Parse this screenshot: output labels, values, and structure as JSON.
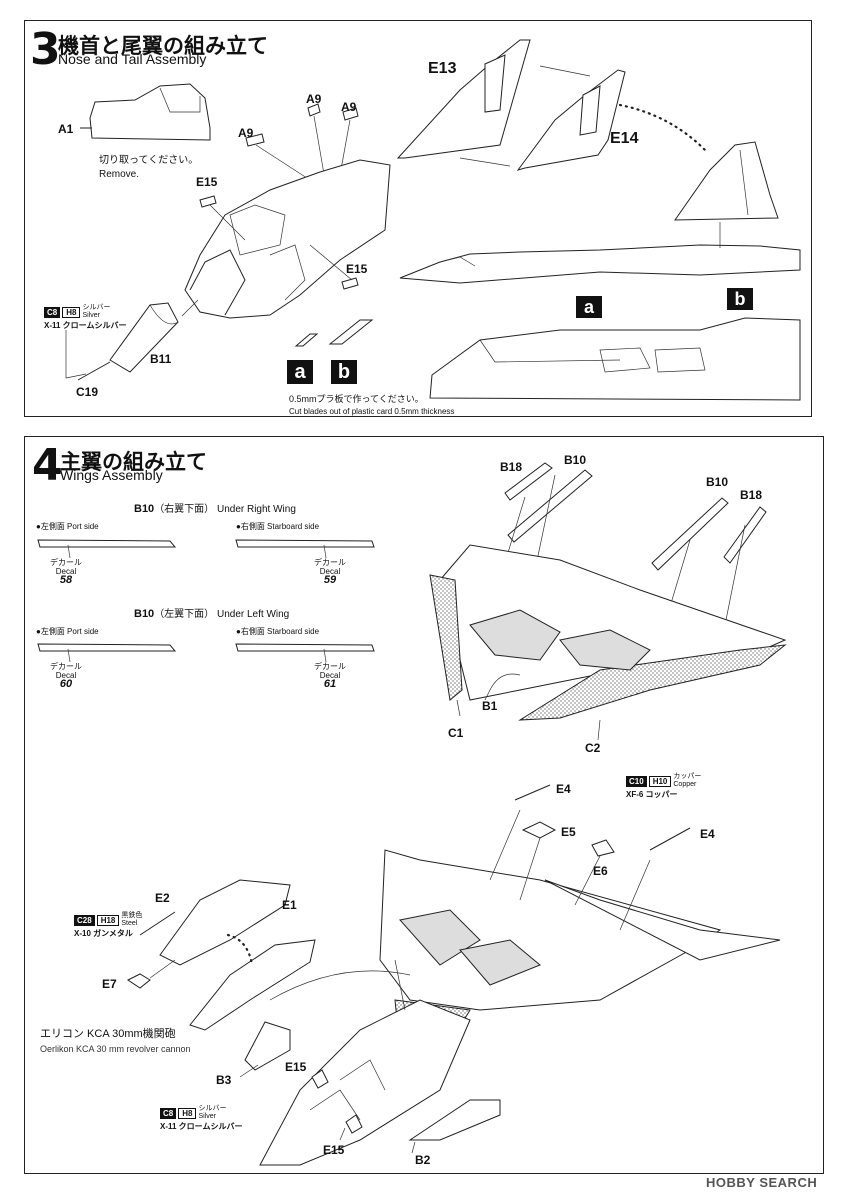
{
  "step3": {
    "number": "3",
    "title_jp": "機首と尾翼の組み立て",
    "title_en": "Nose and Tail Assembly",
    "parts": [
      "A1",
      "A9",
      "A9",
      "A9",
      "E15",
      "E15",
      "B11",
      "C19",
      "E13",
      "E14"
    ],
    "remove_jp": "切り取ってください。",
    "remove_en": "Remove.",
    "paint": {
      "code": "C8",
      "code2": "H8",
      "name_jp": "シルバー",
      "name_en": "Silver",
      "sub": "X-11 クロームシルバー"
    },
    "blade_labels": [
      "a",
      "b"
    ],
    "blade_note_jp": "0.5mmプラ板で作ってください。",
    "blade_note_en": "Cut  blades out of plastic card 0.5mm thickness"
  },
  "step4": {
    "number": "4",
    "title_jp": "主翼の組み立て",
    "title_en": "Wings Assembly",
    "b10_right": {
      "part": "B10",
      "jp": "（右翼下面）",
      "en": "Under Right Wing"
    },
    "b10_left": {
      "part": "B10",
      "jp": "（左翼下面）",
      "en": "Under Left Wing"
    },
    "port_side": "●左側面 Port side",
    "starboard_side": "●右側面 Starboard side",
    "decal_word_jp": "デカール",
    "decal_word_en": "Decal",
    "decals": [
      "58",
      "59",
      "60",
      "61"
    ],
    "wing_parts": [
      "B18",
      "B10",
      "B10",
      "B18",
      "B1",
      "C1",
      "C2"
    ],
    "copper": {
      "code": "C10",
      "code2": "H10",
      "name_jp": "カッパー",
      "name_en": "Copper",
      "sub": "XF-6 コッパー"
    },
    "gunmetal": {
      "code": "C28",
      "code2": "H18",
      "name_jp": "黒鉄色",
      "name_en": "Steel",
      "sub": "X-10 ガンメタル"
    },
    "silver": {
      "code": "C8",
      "code2": "H8",
      "name_jp": "シルバー",
      "name_en": "Silver",
      "sub": "X-11 クロームシルバー"
    },
    "lower_parts": [
      "E4",
      "E5",
      "E6",
      "E4",
      "E2",
      "E1",
      "E7",
      "B3",
      "E15",
      "E15",
      "B2"
    ],
    "cannon_jp": "エリコン KCA 30mm機関砲",
    "cannon_en": "Oerlikon KCA  30 mm  revolver cannon"
  },
  "watermark": "HOBBY SEARCH"
}
